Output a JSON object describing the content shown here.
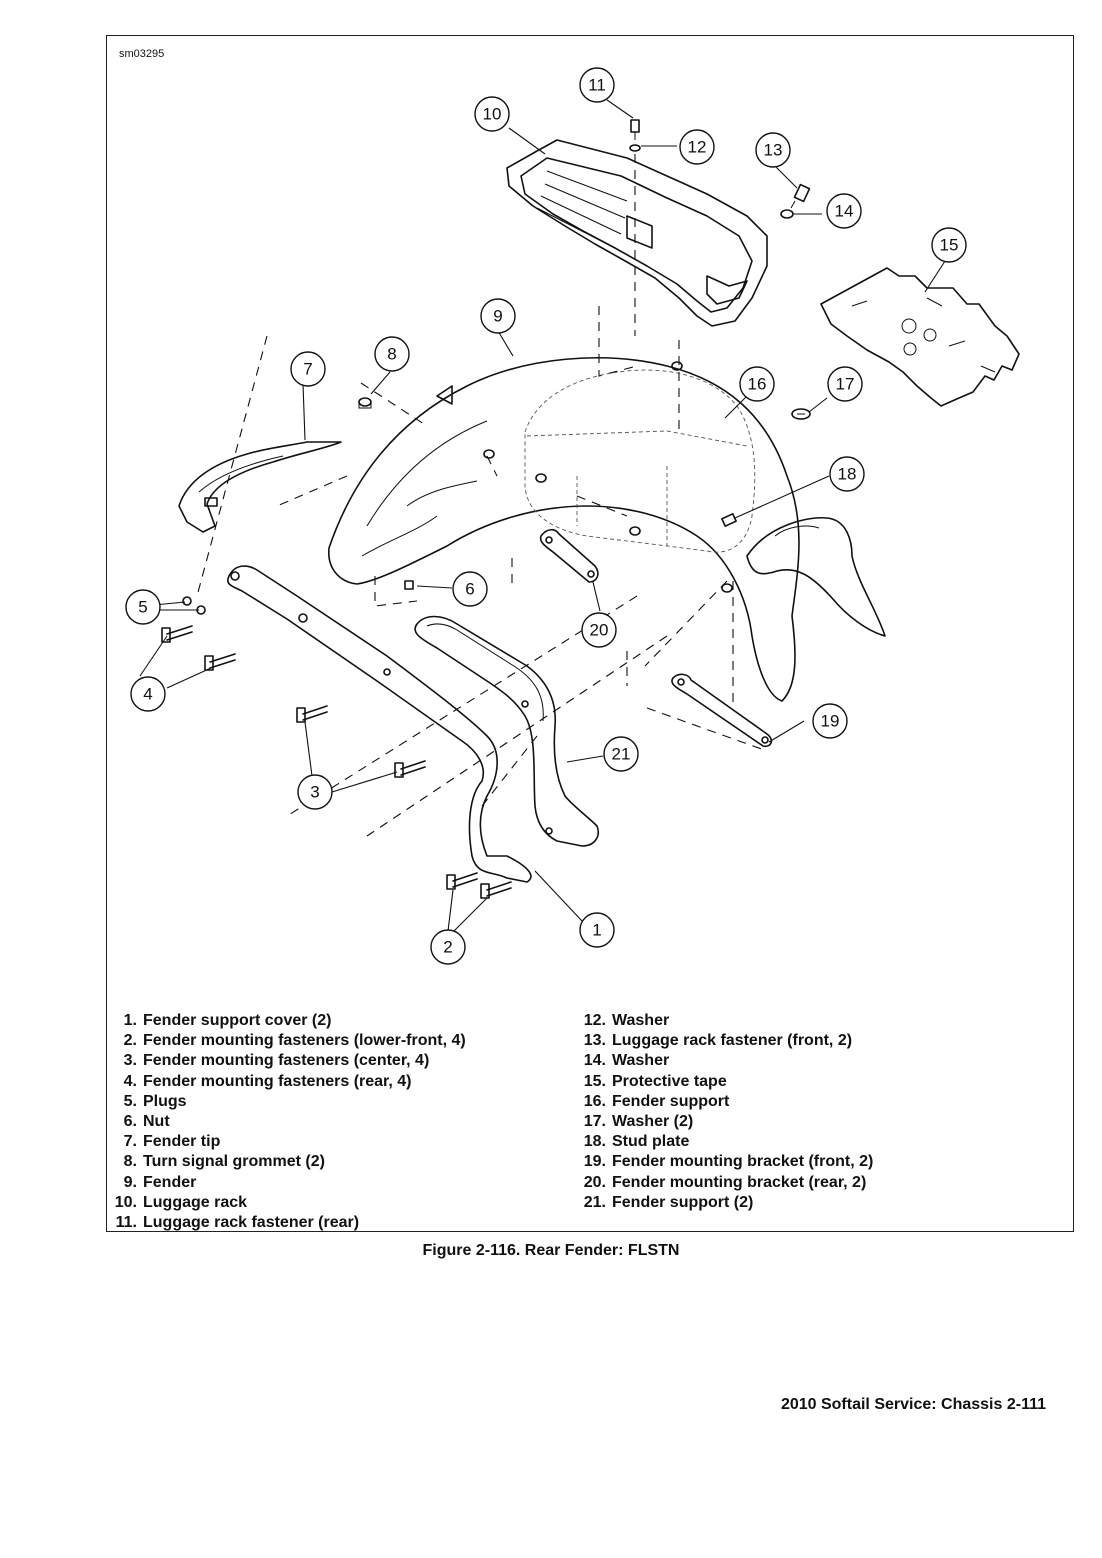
{
  "figure": {
    "id_label": "sm03295",
    "caption": "Figure 2-116. Rear Fender: FLSTN"
  },
  "callouts": [
    "1",
    "2",
    "3",
    "4",
    "5",
    "6",
    "7",
    "8",
    "9",
    "10",
    "11",
    "12",
    "13",
    "14",
    "15",
    "16",
    "17",
    "18",
    "19",
    "20",
    "21"
  ],
  "legend": {
    "left": [
      {
        "num": "1.",
        "text": "Fender support cover (2)"
      },
      {
        "num": "2.",
        "text": "Fender mounting fasteners (lower-front, 4)"
      },
      {
        "num": "3.",
        "text": "Fender mounting fasteners (center, 4)"
      },
      {
        "num": "4.",
        "text": "Fender mounting fasteners (rear, 4)"
      },
      {
        "num": "5.",
        "text": "Plugs"
      },
      {
        "num": "6.",
        "text": "Nut"
      },
      {
        "num": "7.",
        "text": "Fender tip"
      },
      {
        "num": "8.",
        "text": "Turn signal grommet (2)"
      },
      {
        "num": "9.",
        "text": "Fender"
      },
      {
        "num": "10.",
        "text": "Luggage rack"
      },
      {
        "num": "11.",
        "text": "Luggage rack fastener (rear)"
      }
    ],
    "right": [
      {
        "num": "12.",
        "text": "Washer"
      },
      {
        "num": "13.",
        "text": "Luggage rack fastener (front, 2)"
      },
      {
        "num": "14.",
        "text": "Washer"
      },
      {
        "num": "15.",
        "text": "Protective tape"
      },
      {
        "num": "16.",
        "text": "Fender support"
      },
      {
        "num": "17.",
        "text": "Washer (2)"
      },
      {
        "num": "18.",
        "text": "Stud plate"
      },
      {
        "num": "19.",
        "text": "Fender mounting bracket (front, 2)"
      },
      {
        "num": "20.",
        "text": "Fender mounting bracket (rear, 2)"
      },
      {
        "num": "21.",
        "text": "Fender support (2)"
      }
    ]
  },
  "footer": {
    "text": "2010 Softail Service: Chassis  2-111"
  }
}
